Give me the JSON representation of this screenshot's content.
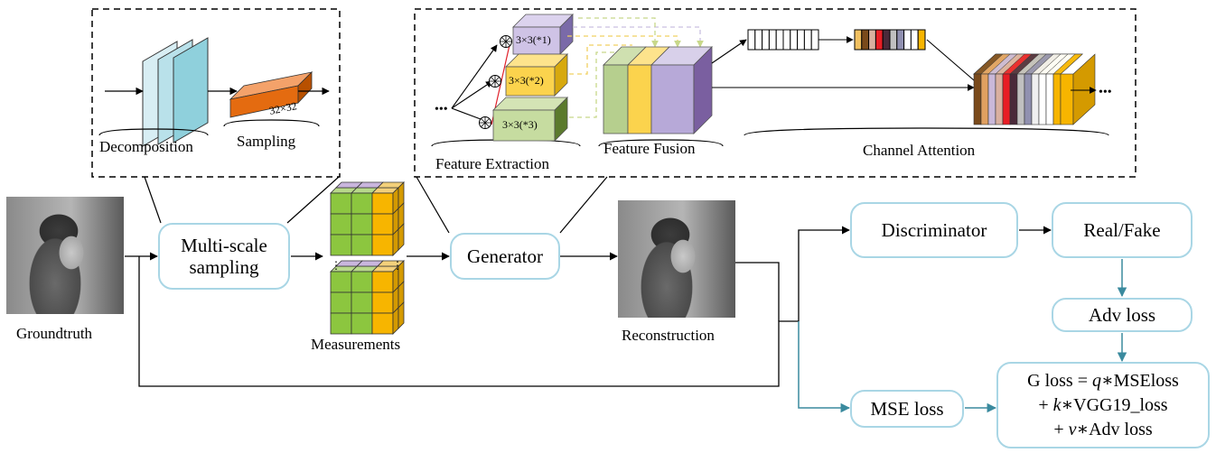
{
  "labels": {
    "decomposition": "Decomposition",
    "sampling": "Sampling",
    "size": "32×32",
    "conv1": "3×3(*1)",
    "conv2": "3×3(*2)",
    "conv3": "3×3(*3)",
    "ellipsis": "•••",
    "feature_extraction": "Feature Extraction",
    "feature_fusion": "Feature Fusion",
    "channel_attention": "Channel Attention",
    "groundtruth": "Groundtruth",
    "measurements": "Measurements",
    "reconstruction": "Reconstruction"
  },
  "nodes": {
    "multiscale_line1": "Multi-scale",
    "multiscale_line2": "sampling",
    "generator": "Generator",
    "discriminator": "Discriminator",
    "real_fake": "Real/Fake",
    "adv_loss": "Adv loss",
    "mse_loss": "MSE loss"
  },
  "gloss": {
    "l1_pre": "G loss = ",
    "l1_var": "q",
    "l1_post": "∗MSEloss",
    "l2_pre": "+ ",
    "l2_var": "k",
    "l2_post": "∗VGG19_loss",
    "l3_pre": "+ ",
    "l3_var": "v",
    "l3_post": "∗Adv loss"
  },
  "colors": {
    "edge_teal": "#3a8a9e",
    "box_border": "#a9d6e5",
    "slab_blue": "#8fd0dc",
    "sampling_orange": "#e46b10",
    "green": "#8cc63f",
    "gold": "#f7b500",
    "fe_purple": "#b7a9d8",
    "fe_yellow": "#fbd34d",
    "fe_green": "#b6cf8e"
  },
  "attention_colors": [
    "#7a4a1b",
    "#e0a060",
    "#c9b8d9",
    "#d9b0a0",
    "#e81e25",
    "#4a2a3a",
    "#c0c0c0",
    "#9090b0",
    "#f0f0f0",
    "#ffffff",
    "#ffffff"
  ]
}
